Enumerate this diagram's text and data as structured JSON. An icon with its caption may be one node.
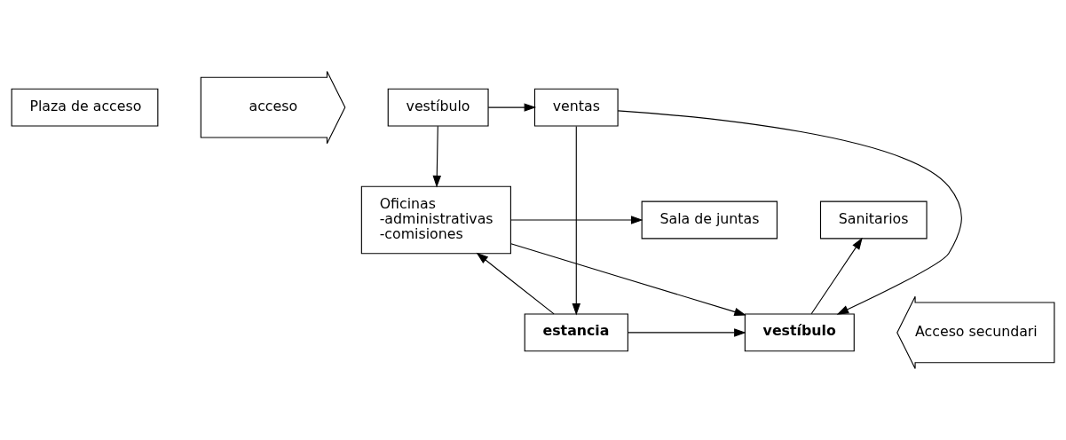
{
  "diagram": {
    "nodes": [
      {
        "text": [
          "Plaza de acceso"
        ]
      },
      {
        "text": [
          "acceso"
        ]
      },
      {
        "text": [
          "vestíbulo"
        ]
      },
      {
        "text": [
          "ventas"
        ]
      },
      {
        "text": [
          "estancia"
        ]
      },
      {
        "text": [
          "vestíbulo"
        ]
      },
      {
        "text": [
          "Acceso secundari"
        ]
      },
      {
        "text": [
          "Sala de juntas"
        ]
      },
      {
        "text": [
          "Oficinas",
          "-administrativas",
          "-comisiones"
        ]
      },
      {
        "text": [
          "Sanitarios"
        ]
      }
    ],
    "edges": [
      {
        "from": 2,
        "to": 3,
        "arrow": "to"
      },
      {
        "from": 3,
        "to": 4,
        "arrow": "to"
      },
      {
        "from": 3,
        "to": 5,
        "arrow": "to"
      },
      {
        "from": 2,
        "to": 8,
        "arrow": "to"
      },
      {
        "from": 4,
        "to": 5,
        "arrow": "to"
      },
      {
        "from": 4,
        "to": 8,
        "arrow": "to"
      },
      {
        "from": 8,
        "to": 7,
        "arrow": "to"
      },
      {
        "from": 8,
        "to": 5,
        "arrow": "to"
      },
      {
        "from": 5,
        "to": 9,
        "arrow": "to"
      }
    ]
  }
}
